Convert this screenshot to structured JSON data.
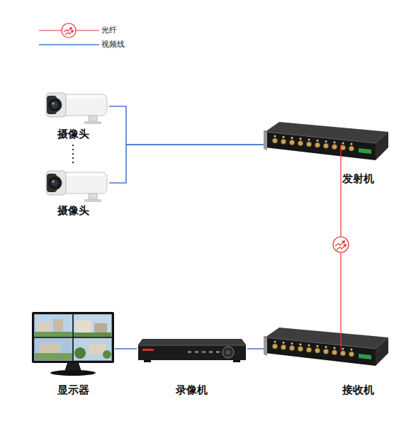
{
  "diagram": {
    "nodes": [
      {
        "text": [
          "摄像头"
        ]
      },
      {
        "text": [
          "发射机"
        ]
      },
      {
        "text": [
          "摄像头"
        ]
      },
      {
        "text": [
          "显示器"
        ]
      },
      {
        "text": [
          "录像机"
        ]
      },
      {
        "text": [
          "接收机"
        ]
      }
    ],
    "edges": [
      {
        "from": 0,
        "to": 1,
        "arrow": "none"
      },
      {
        "from": 2,
        "to": 1,
        "arrow": "none"
      },
      {
        "from": 1,
        "to": 5,
        "arrow": "none"
      },
      {
        "from": 5,
        "to": 4,
        "arrow": "none"
      },
      {
        "from": 4,
        "to": 3,
        "arrow": "none"
      }
    ],
    "legend": [
      {
        "text": "光纤"
      },
      {
        "text": "视频线"
      }
    ]
  }
}
